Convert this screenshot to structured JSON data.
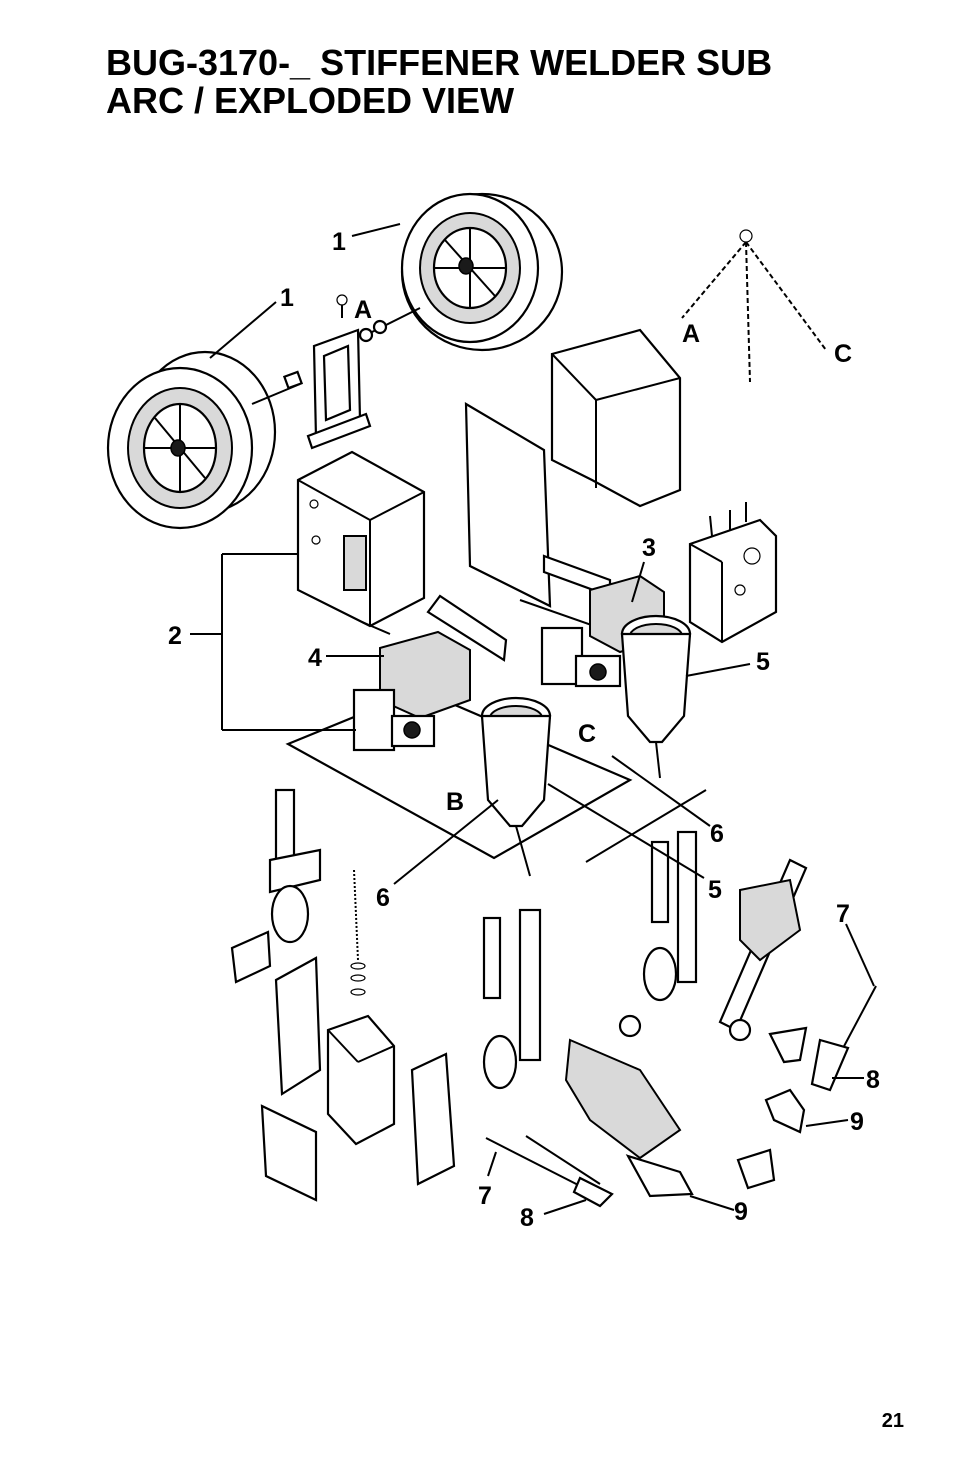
{
  "title": {
    "line1": "BUG-3170-_ STIFFENER WELDER SUB",
    "line2": "ARC / EXPLODED VIEW"
  },
  "callouts": {
    "c1a": "1",
    "c1b": "1",
    "cA1": "A",
    "cA2": "A",
    "cC1": "C",
    "cC2": "C",
    "cB": "B",
    "c2": "2",
    "c3": "3",
    "c4": "4",
    "c5a": "5",
    "c5b": "5",
    "c6a": "6",
    "c6b": "6",
    "c7a": "7",
    "c7b": "7",
    "c8a": "8",
    "c8b": "8",
    "c9a": "9",
    "c9b": "9"
  },
  "page_number": "21"
}
